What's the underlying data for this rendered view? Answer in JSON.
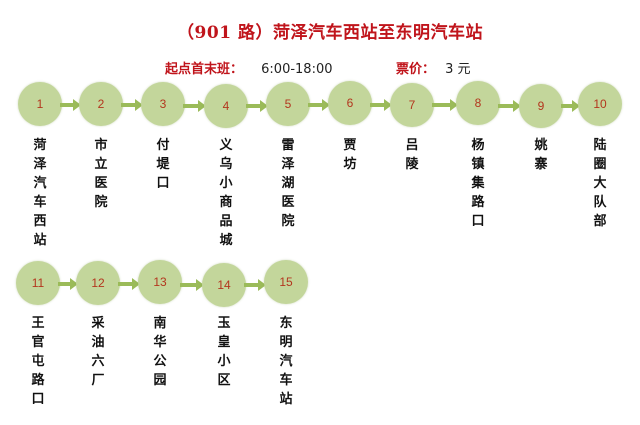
{
  "title": "（901 路）菏泽汽车西站至东明汽车站",
  "schedule": {
    "label": "起点首末班：",
    "value": "6:00-18:00"
  },
  "fare": {
    "label": "票价：",
    "value": "3 元"
  },
  "colors": {
    "node_fill": "#c3d69b",
    "arrow": "#9bbb59",
    "number": "#b3361e",
    "title": "#c0141b"
  },
  "stops": [
    {
      "num": "1",
      "name": "菏泽汽车西站"
    },
    {
      "num": "2",
      "name": "市立医院"
    },
    {
      "num": "3",
      "name": "付堤口"
    },
    {
      "num": "4",
      "name": "义乌小商品城"
    },
    {
      "num": "5",
      "name": "雷泽湖医院"
    },
    {
      "num": "6",
      "name": "贾坊"
    },
    {
      "num": "7",
      "name": "吕陵"
    },
    {
      "num": "8",
      "name": "杨镇集路口"
    },
    {
      "num": "9",
      "name": "姚寨"
    },
    {
      "num": "10",
      "name": "陆圈大队部"
    },
    {
      "num": "11",
      "name": "王官屯路口"
    },
    {
      "num": "12",
      "name": "采油六厂"
    },
    {
      "num": "13",
      "name": "南华公园"
    },
    {
      "num": "14",
      "name": "玉皇小区"
    },
    {
      "num": "15",
      "name": "东明汽车站"
    }
  ]
}
